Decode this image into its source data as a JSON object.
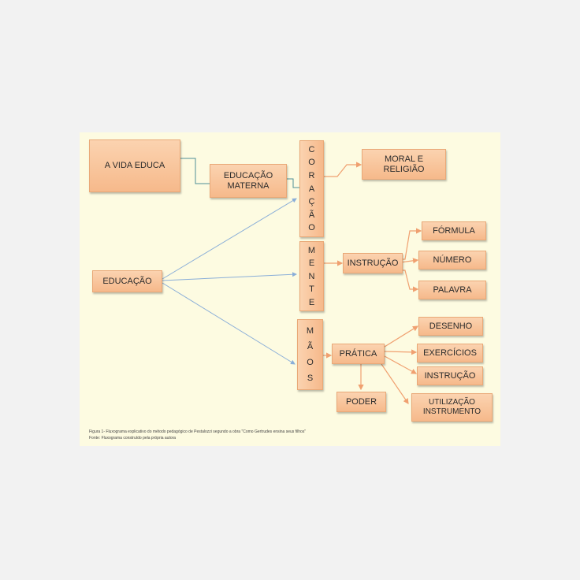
{
  "nodes": {
    "a_vida_educa": "A VIDA EDUCA",
    "educacao_materna": "EDUCAÇÃO MATERNA",
    "coracao": "CORAÇÃO",
    "moral_religiao": "MORAL E RELIGIÃO",
    "educacao": "EDUCAÇÃO",
    "mente": "MENTE",
    "instrucao": "INSTRUÇÃO",
    "formula": "FÓRMULA",
    "numero": "NÚMERO",
    "palavra": "PALAVRA",
    "maos": "MÃOS",
    "pratica": "PRÁTICA",
    "desenho": "DESENHO",
    "exercicios": "EXERCÍCIOS",
    "instrucao2": "INSTRUÇÃO",
    "poder": "PODER",
    "utilizacao_instrumento": "UTILIZAÇÃO INSTRUMENTO"
  },
  "caption": {
    "line1": "Figura 1- Fluxograma explicativo do método pedagógico de Pestalozzi segundo  a obra \"Como  Gertrudes ensina seus filhos\"",
    "line2": "Fonte: Fluxograma construído pela própria autora"
  },
  "colors": {
    "box_fill": "#f8c49c",
    "box_border": "#e9a877",
    "panel": "#fdfbe1",
    "connector_orange": "#f0a070",
    "connector_blue": "#8aaed8",
    "connector_teal": "#4f8f97"
  }
}
